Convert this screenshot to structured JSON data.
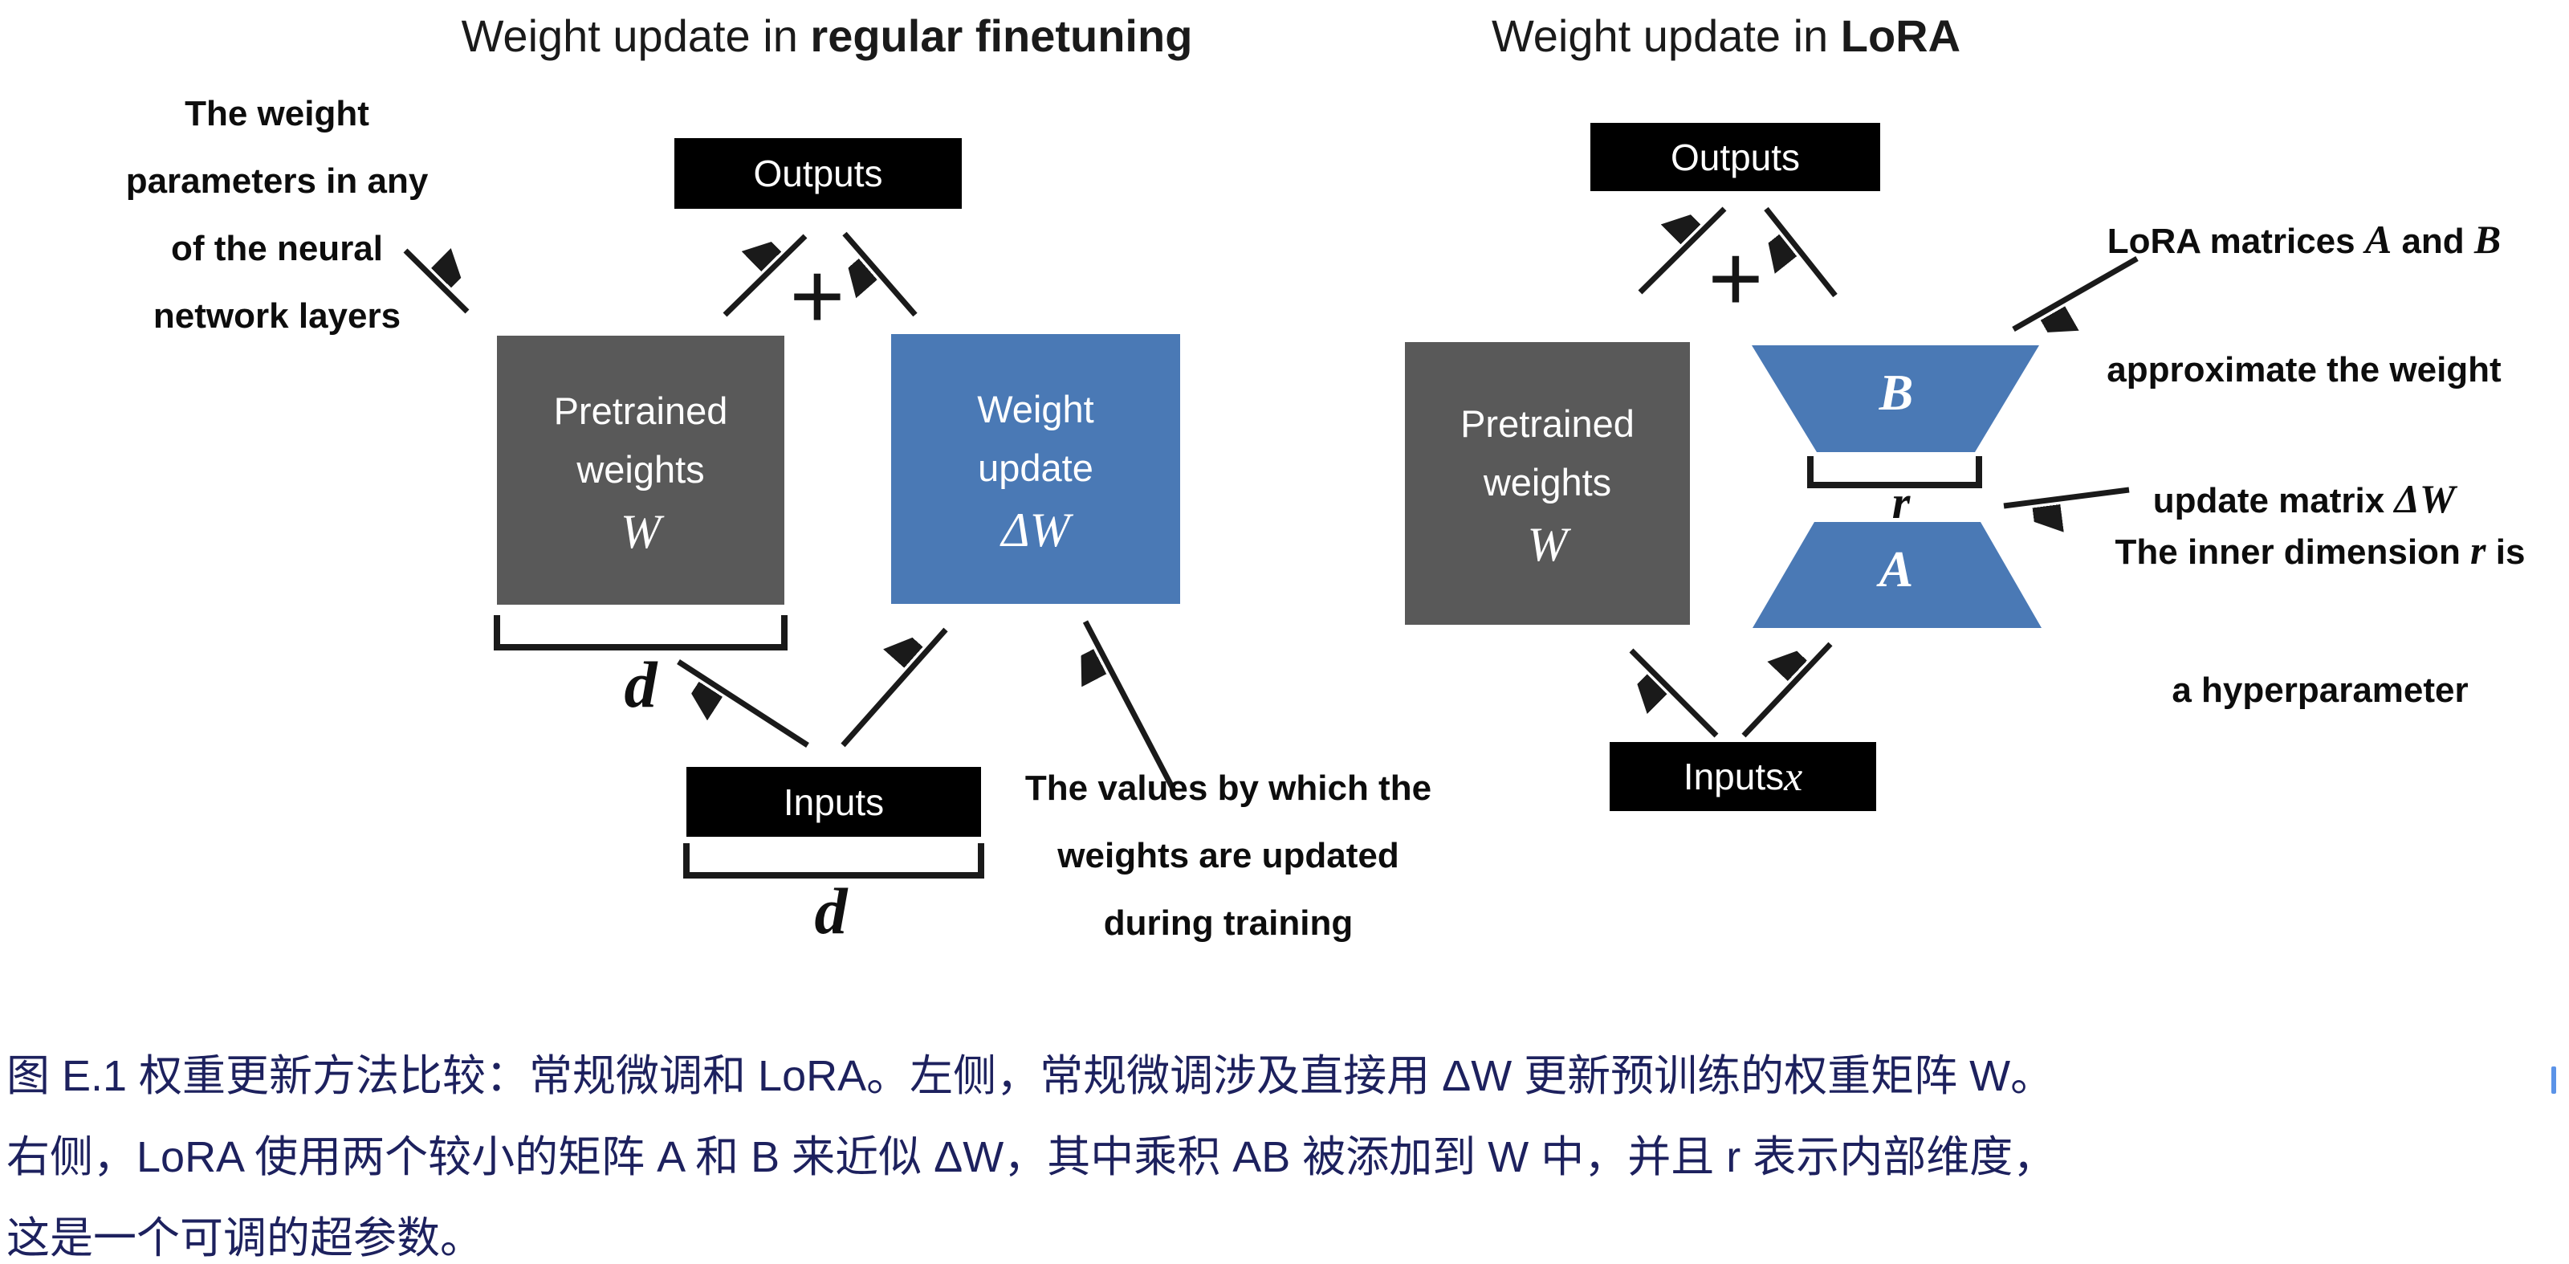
{
  "colors": {
    "box_blue": "#4a79b5",
    "box_gray": "#595959",
    "box_black": "#000000",
    "arrow_black": "#1a1a1a",
    "caption_navy": "#1d215e",
    "cursor_blue": "#5b93e8"
  },
  "left_panel": {
    "title_prefix": "Weight update in ",
    "title_bold": "regular finetuning",
    "weight_params_note": "The weight\nparameters in any\nof the neural\nnetwork layers",
    "outputs_label": "Outputs",
    "plus": "+",
    "pretrained_box": {
      "lines": "Pretrained\nweights",
      "symbol": "W"
    },
    "update_box": {
      "lines": "Weight\nupdate",
      "symbol": "ΔW"
    },
    "dim_label_weights": "d",
    "inputs_label": "Inputs",
    "dim_label_inputs": "d",
    "values_note": "The values by which the\nweights are updated\nduring training"
  },
  "right_panel": {
    "title_prefix": "Weight update in ",
    "title_bold": "LoRA",
    "outputs_label": "Outputs",
    "plus": "+",
    "pretrained_box": {
      "lines": "Pretrained\nweights",
      "symbol": "W"
    },
    "matrix_b_label": "B",
    "rank_label": "r",
    "matrix_a_label": "A",
    "inputs_label_prefix": "Inputs ",
    "inputs_symbol": "x",
    "lora_note": {
      "l1a": "LoRA matrices ",
      "l1b": "A",
      "l1c": " and ",
      "l1d": "B",
      "l2": "approximate the weight",
      "l3a": "update matrix ",
      "l3b": "ΔW"
    },
    "inner_dim_note": {
      "l1a": "The inner dimension ",
      "l1b": "r",
      "l1c": " is",
      "l2": "a hyperparameter"
    }
  },
  "caption": {
    "line1": "图 E.1 权重更新方法比较：常规微调和 LoRA。左侧，常规微调涉及直接用 ΔW 更新预训练的权重矩阵 W。",
    "line2": "右侧，LoRA 使用两个较小的矩阵 A 和 B 来近似 ΔW，其中乘积 AB 被添加到 W 中，并且 r 表示内部维度，",
    "line3": "这是一个可调的超参数。"
  }
}
